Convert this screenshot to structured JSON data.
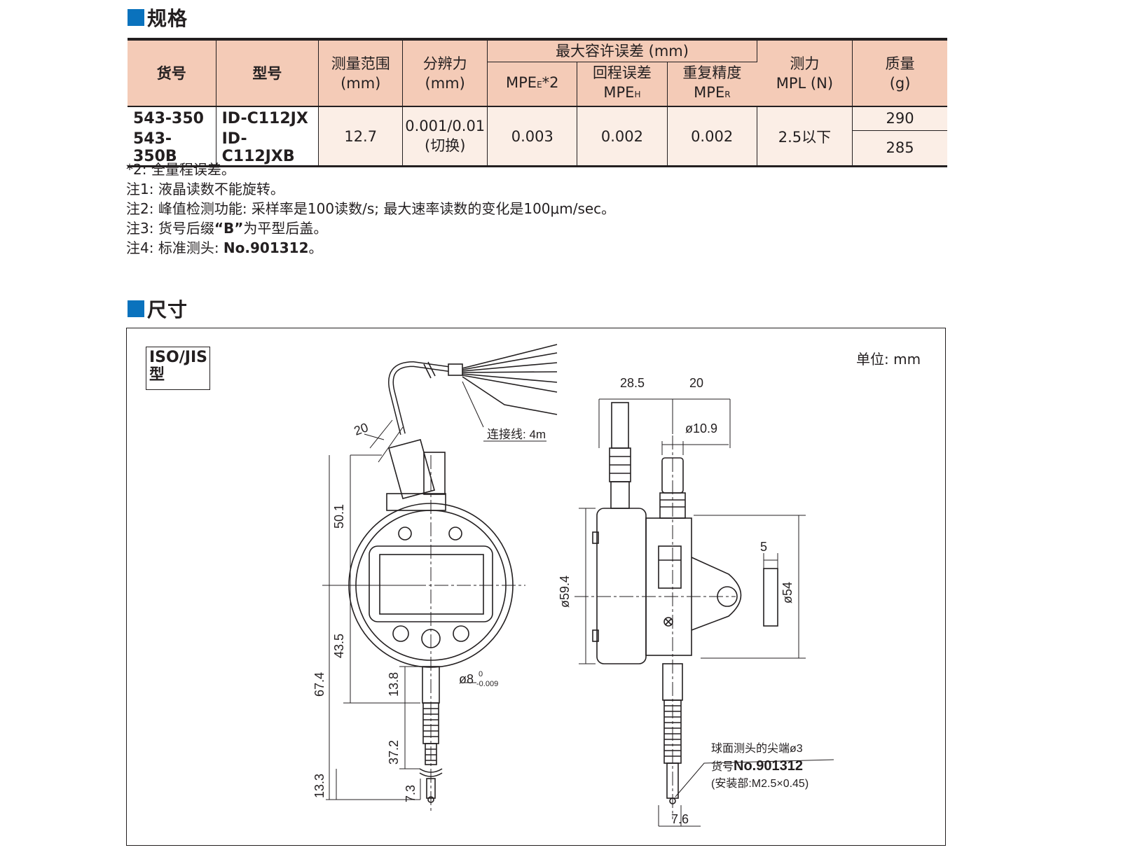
{
  "sections": {
    "spec_title": "规格",
    "dim_title": "尺寸"
  },
  "table": {
    "headers": {
      "code": "货号",
      "model": "型号",
      "range_line1": "测量范围",
      "range_line2": "(mm)",
      "resolution_line1": "分辨力",
      "resolution_line2": "(mm)",
      "mpe_group": "最大容许误差 (mm)",
      "mpe_e_main": "MPE",
      "mpe_e_sub": "E",
      "mpe_e_note": "*2",
      "mpe_h_line1": "回程误差",
      "mpe_h_main": "MPE",
      "mpe_h_sub": "H",
      "mpe_r_line1": "重复精度",
      "mpe_r_main": "MPE",
      "mpe_r_sub": "R",
      "force_line1": "测力",
      "force_line2": "MPL (N)",
      "mass_line1": "质量",
      "mass_line2": "(g)"
    },
    "rows": [
      {
        "code": "543-350",
        "model": "ID-C112JX",
        "mass": "290"
      },
      {
        "code": "543-350B",
        "model": "ID-C112JXB",
        "mass": "285"
      }
    ],
    "shared": {
      "range": "12.7",
      "resolution_line1": "0.001/0.01",
      "resolution_line2": "(切换)",
      "mpe_e": "0.003",
      "mpe_h": "0.002",
      "mpe_r": "0.002",
      "force": "2.5以下"
    }
  },
  "notes": {
    "n0": "*2: 全量程误差。",
    "n1": "注1: 液晶读数不能旋转。",
    "n2": "注2: 峰值检测功能: 采样率是100读数/s; 最大速率读数的变化是100μm/sec。",
    "n3_pre": "注3: 货号后缀",
    "n3_bold": "“B”",
    "n3_post": "为平型后盖。",
    "n4_pre": "注4: 标准测头: ",
    "n4_bold": "No.901312",
    "n4_post": "。"
  },
  "drawing": {
    "iso_line1": "ISO/JIS",
    "iso_line2": "型",
    "unit": "单位: mm",
    "cable_label": "连接线: 4m",
    "dim_20_cable": "20",
    "dim_28_5": "28.5",
    "dim_20_top": "20",
    "dim_10_9": "ø10.9",
    "dim_50_1": "50.1",
    "dim_43_5": "43.5",
    "dim_67_4": "67.4",
    "dim_13_8": "13.8",
    "dim_37_2": "37.2",
    "dim_13_3": "13.3",
    "dim_7_3": "7.3",
    "dim_stem": "ø8",
    "dim_stem_tol_upper": "0",
    "dim_stem_tol_lower": "-0.009",
    "dim_59_4": "ø59.4",
    "dim_5": "5",
    "dim_54": "ø54",
    "dim_7_6": "7.6",
    "tip_line1": "球面测头的尖端ø3",
    "tip_line2_pre": "货号",
    "tip_line2_bold": "No.901312",
    "tip_line3": "(安装部:M2.5×0.45)"
  }
}
